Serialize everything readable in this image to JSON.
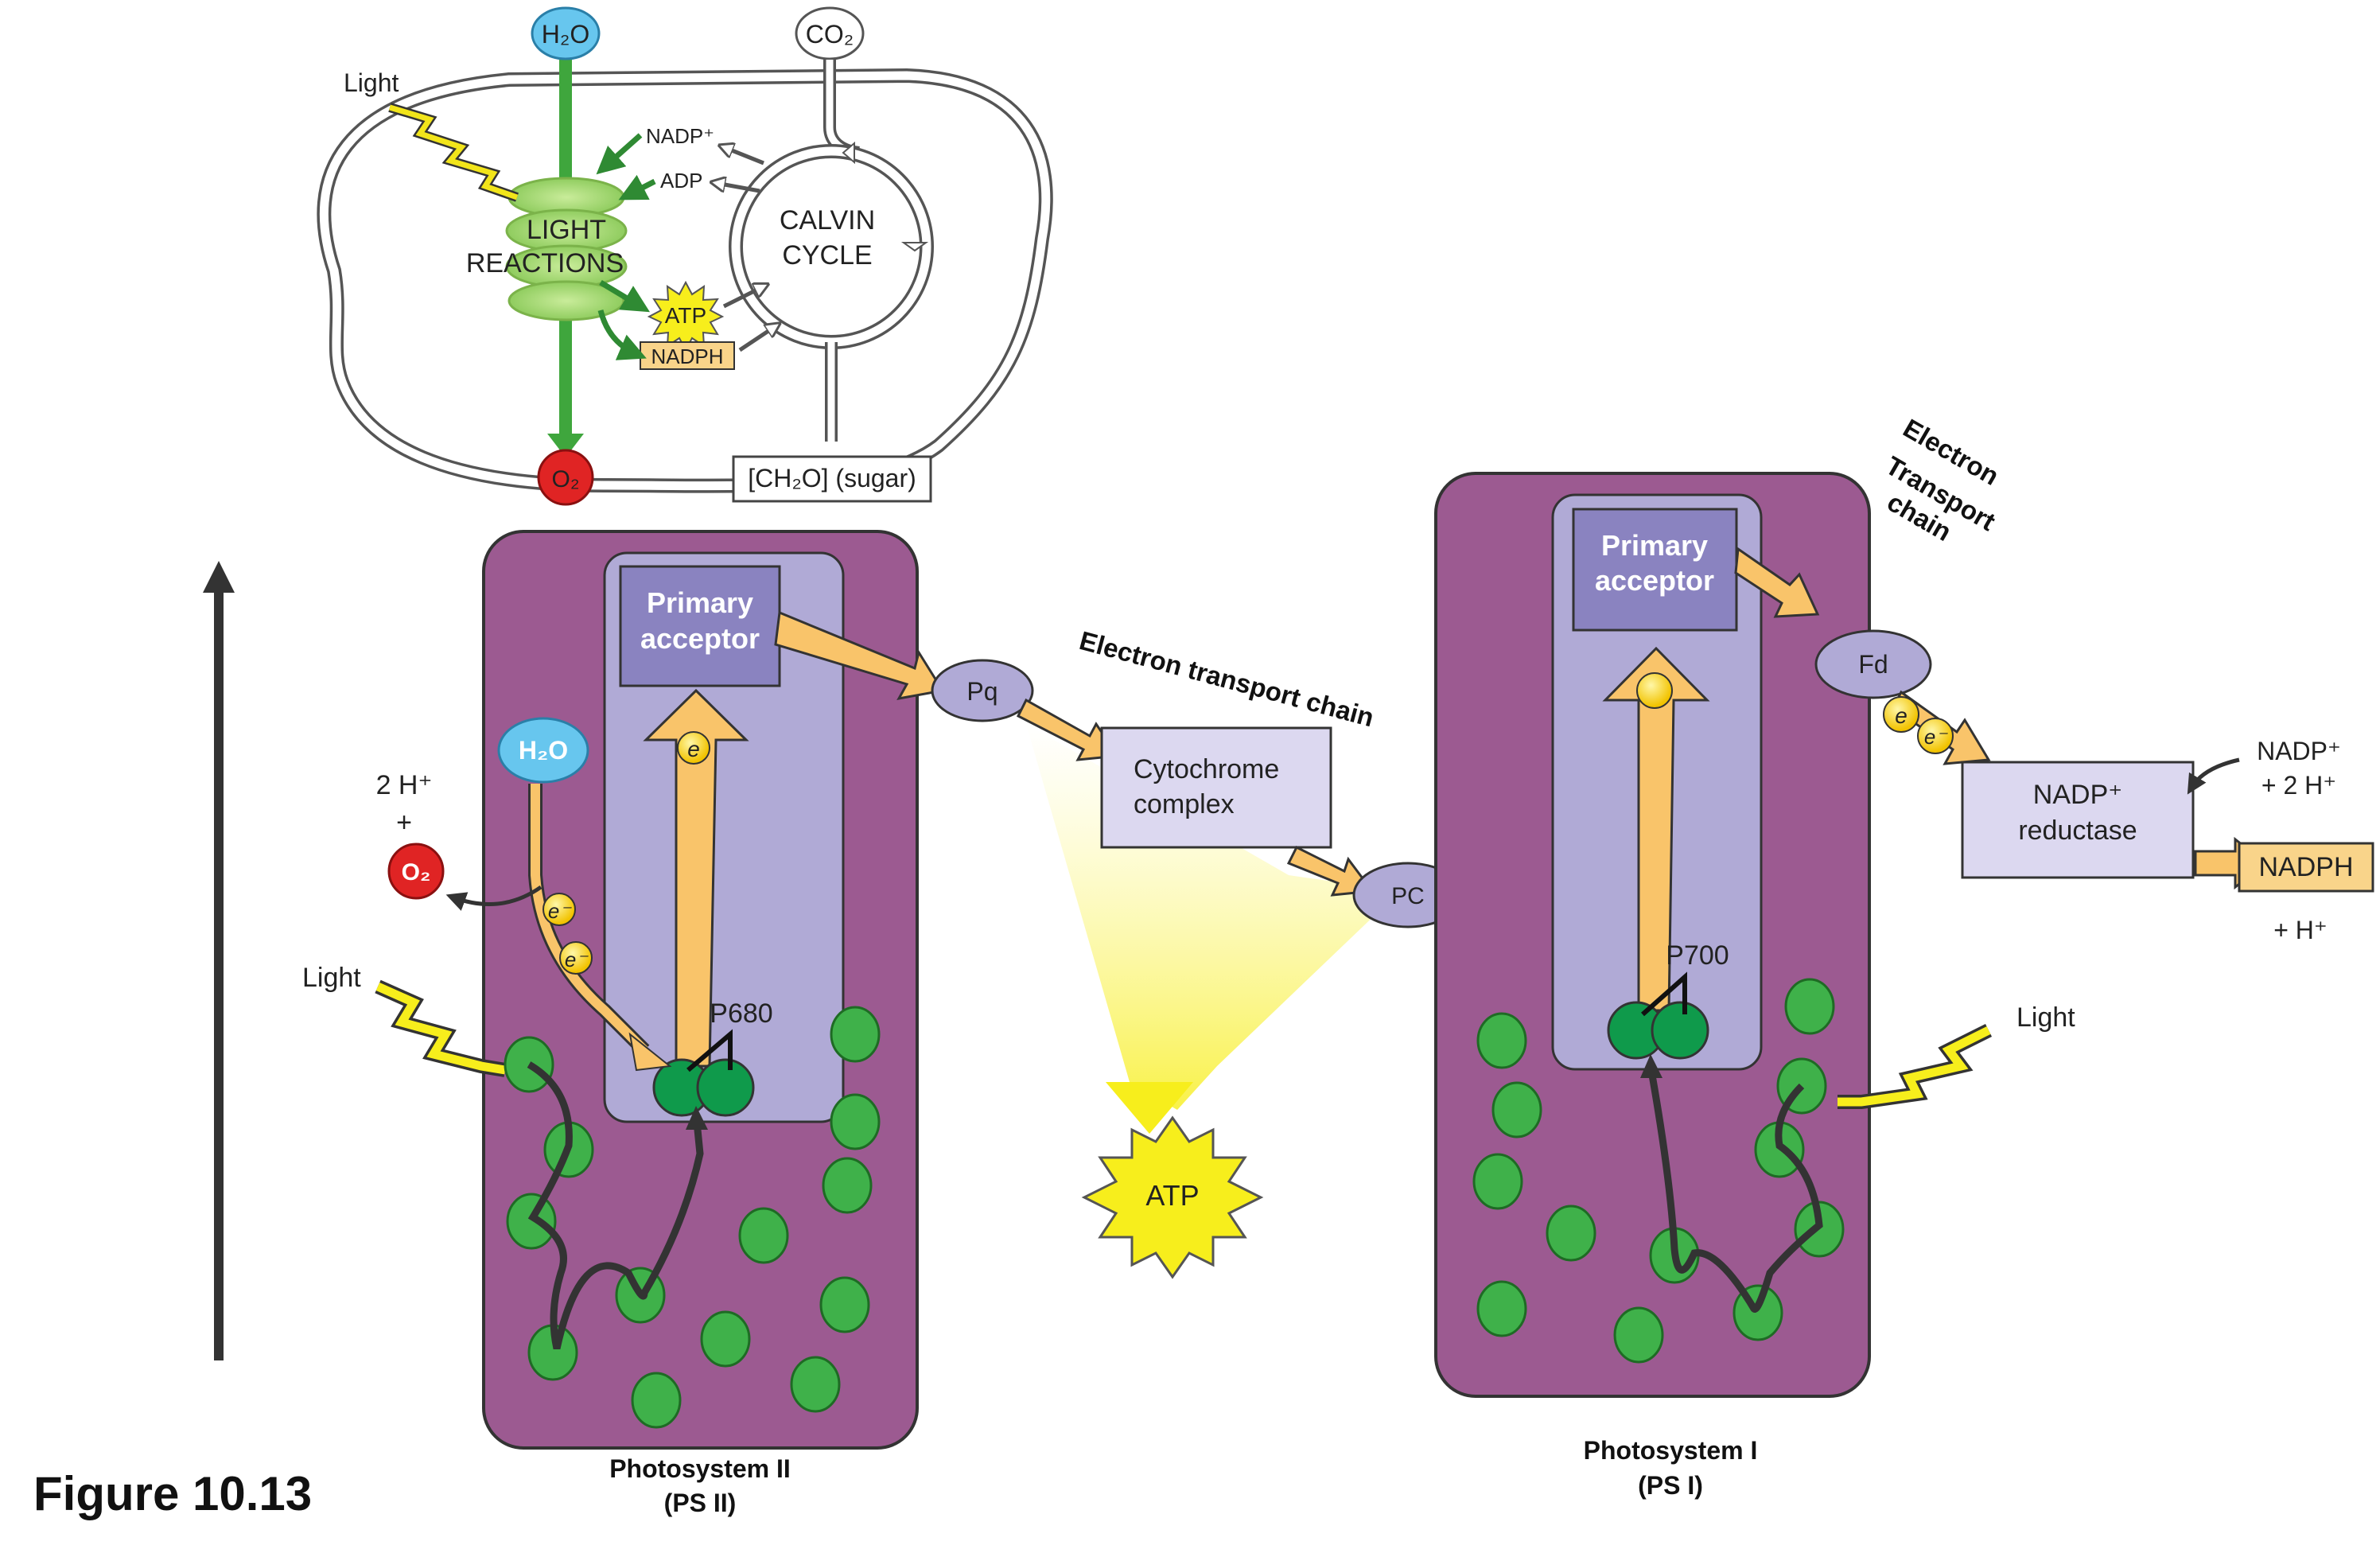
{
  "figure_label": "Figure 10.13",
  "overview": {
    "h2o": "H₂O",
    "co2": "CO₂",
    "o2": "O₂",
    "light": "Light",
    "light_reactions_1": "LIGHT",
    "light_reactions_2": "REACTIONS",
    "calvin_1": "CALVIN",
    "calvin_2": "CYCLE",
    "nadp_plus": "NADP⁺",
    "adp": "ADP",
    "atp": "ATP",
    "nadph": "NADPH",
    "sugar": "[CH₂O] (sugar)"
  },
  "ps2": {
    "primary_acceptor_1": "Primary",
    "primary_acceptor_2": "acceptor",
    "h2o": "H₂O",
    "h_plus": "2 H⁺",
    "plus": "+",
    "o2": "O₂",
    "electron": "e",
    "electron_minus": "e⁻",
    "reaction_center": "P680",
    "light": "Light",
    "label_1": "Photosystem II",
    "label_2": "(PS II)"
  },
  "etc": {
    "title": "Electron transport chain",
    "pq": "Pq",
    "cytochrome_1": "Cytochrome",
    "cytochrome_2": "complex",
    "pc": "PC",
    "atp": "ATP"
  },
  "ps1": {
    "primary_acceptor_1": "Primary",
    "primary_acceptor_2": "acceptor",
    "reaction_center": "P700",
    "light": "Light",
    "label_1": "Photosystem I",
    "label_2": "(PS I)"
  },
  "etc2": {
    "title_1": "Electron",
    "title_2": "Transport",
    "title_3": "chain",
    "fd": "Fd",
    "electron": "e",
    "electron_minus": "e⁻",
    "reductase_1": "NADP⁺",
    "reductase_2": "reductase",
    "nadp_in_1": "NADP⁺",
    "nadp_in_2": "+ 2 H⁺",
    "nadph": "NADPH",
    "h_plus": "+ H⁺"
  },
  "colors": {
    "photosystem_purple": "#9c5a91",
    "inner_lavender": "#b0aad6",
    "acceptor_box": "#8a83c0",
    "chlorophyll_green": "#3fb14a",
    "arrow_orange": "#f9c46a",
    "h2o_blue": "#67c6ee",
    "o2_red": "#e02424",
    "atp_yellow": "#f7ee1c"
  }
}
